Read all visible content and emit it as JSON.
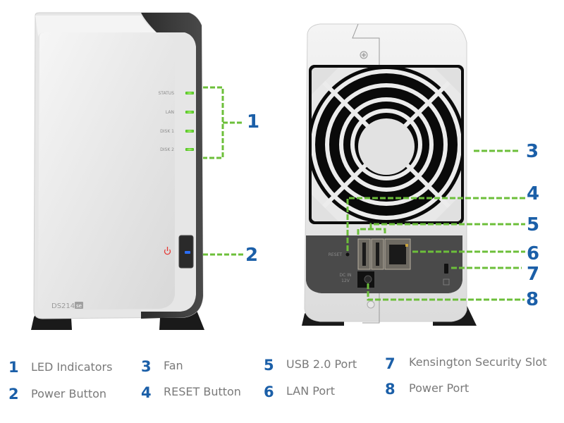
{
  "diagram": {
    "title": "DS214se hardware overview",
    "front_panel": {
      "model_label": "DS214",
      "model_badge": "se",
      "led_labels": [
        "STATUS",
        "LAN",
        "DISK 1",
        "DISK 2"
      ],
      "led_color": "#6fe23a",
      "power_icon_color": "#e53935",
      "power_led_color": "#2a6df5"
    },
    "back_panel": {
      "reset_label": "RESET",
      "dc_in_label": "DC IN",
      "dc_voltage_label": "12V"
    },
    "callout_color": "#6cbf3a",
    "number_color": "#1b5fa8",
    "callouts": [
      "1",
      "2",
      "3",
      "4",
      "5",
      "6",
      "7",
      "8"
    ]
  },
  "legend": [
    {
      "num": "1",
      "label": "LED Indicators"
    },
    {
      "num": "2",
      "label": "Power Button"
    },
    {
      "num": "3",
      "label": "Fan"
    },
    {
      "num": "4",
      "label": "RESET Button"
    },
    {
      "num": "5",
      "label": "USB 2.0 Port"
    },
    {
      "num": "6",
      "label": "LAN Port"
    },
    {
      "num": "7",
      "label": "Kensington Security Slot"
    },
    {
      "num": "8",
      "label": "Power Port"
    }
  ]
}
